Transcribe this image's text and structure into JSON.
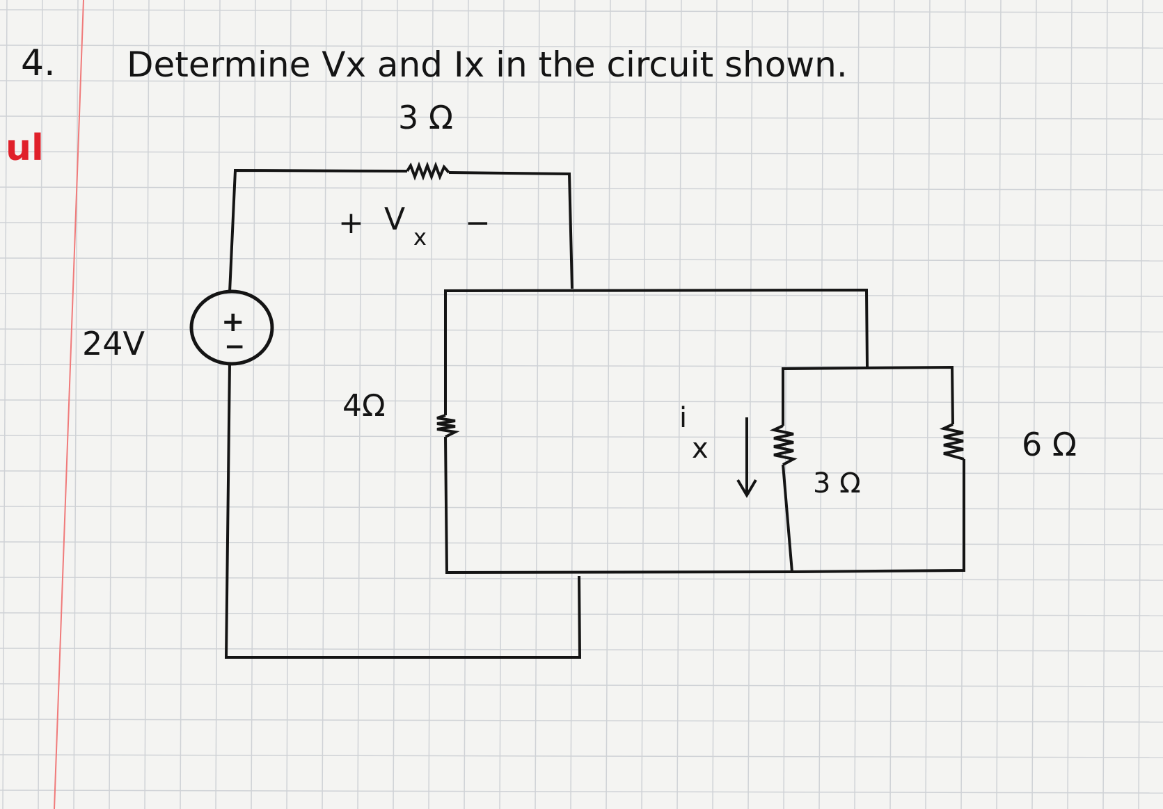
{
  "problem": {
    "number": "4.",
    "statement": "Determine Vx and Ix in the circuit shown.",
    "margin_note": "ul"
  },
  "circuit": {
    "source": {
      "label": "24V",
      "plus": "+",
      "minus": "−"
    },
    "r_top": {
      "label": "3 Ω"
    },
    "vx": {
      "plus": "+",
      "name": "V",
      "sub": "x",
      "minus": "−"
    },
    "r_left": {
      "label": "4Ω"
    },
    "ix": {
      "name": "i",
      "sub": "x"
    },
    "r_mid": {
      "label": "3 Ω"
    },
    "r_right": {
      "label": "6 Ω"
    }
  },
  "colors": {
    "paper": "#f4f4f2",
    "grid": "#cfd2d6",
    "margin_line": "#f07a7a",
    "ink": "#141414",
    "red_ink": "#e0202a"
  }
}
